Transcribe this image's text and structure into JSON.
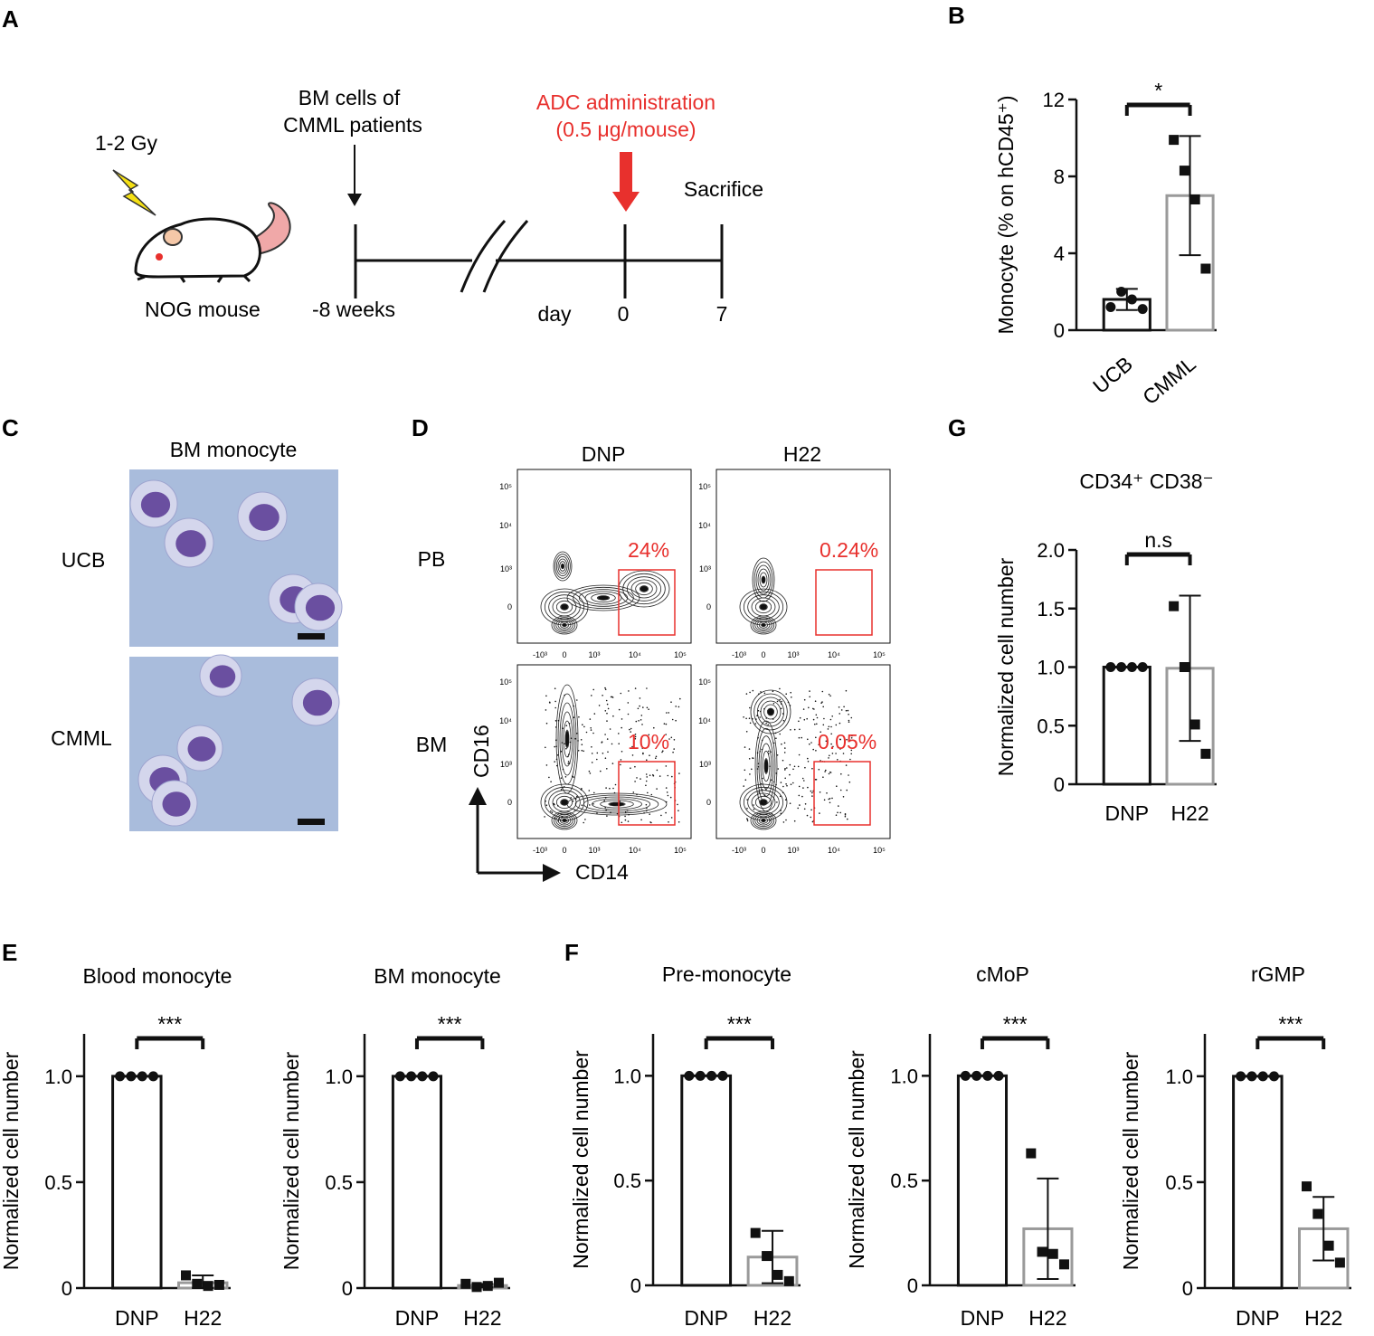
{
  "panels": {
    "A": "A",
    "B": "B",
    "C": "C",
    "D": "D",
    "E": "E",
    "F": "F",
    "G": "G"
  },
  "schema": {
    "gy": "1-2 Gy",
    "mouse": "NOG mouse",
    "bm_line1": "BM cells of",
    "bm_line2": "CMML patients",
    "adc_line1": "ADC administration",
    "adc_line2": "(0.5 μg/mouse)",
    "sacrifice": "Sacrifice",
    "weeks": "-8 weeks",
    "day": "day",
    "day0": "0",
    "day7": "7",
    "adc_color": "#e8302d"
  },
  "micro": {
    "title": "BM monocyte",
    "row1": "UCB",
    "row2": "CMML",
    "background": "#a9bcdc",
    "nucleus": "#6a4fa0"
  },
  "flow": {
    "col1": "DNP",
    "col2": "H22",
    "row1": "PB",
    "row2": "BM",
    "xlabel": "CD14",
    "ylabel": "CD16",
    "pct": {
      "pb_dnp": "24%",
      "pb_h22": "0.24%",
      "bm_dnp": "10%",
      "bm_h22": "0.05%"
    },
    "xticks": [
      "-10³",
      "0",
      "10³",
      "10⁴",
      "10⁵"
    ],
    "yticks": [
      "10⁵",
      "10⁴",
      "10³",
      "0"
    ],
    "gate_color": "#e8302d"
  },
  "chart_data": [
    {
      "id": "B",
      "type": "bar",
      "title": "",
      "ylabel": "Monocyte (% on hCD45⁺)",
      "categories": [
        "UCB",
        "CMML"
      ],
      "ylim": [
        0,
        12
      ],
      "yticks": [
        0,
        4,
        8,
        12
      ],
      "sig": "*",
      "rotate_labels": true,
      "series": [
        {
          "values": [
            1.6,
            7.0
          ],
          "errors": [
            0.55,
            3.1
          ],
          "points": [
            [
              1.2,
              2.0,
              1.6,
              1.1
            ],
            [
              9.9,
              8.3,
              6.8,
              3.2
            ]
          ]
        }
      ]
    },
    {
      "id": "G",
      "type": "bar",
      "title": "CD34⁺ CD38⁻",
      "ylabel": "Normalized cell number",
      "categories": [
        "DNP",
        "H22"
      ],
      "ylim": [
        0,
        2
      ],
      "yticks": [
        0,
        0.5,
        1.0,
        1.5,
        2.0
      ],
      "sig": "n.s",
      "rotate_labels": false,
      "series": [
        {
          "values": [
            1.0,
            0.99
          ],
          "errors": [
            0,
            0.62
          ],
          "points": [
            [
              1,
              1,
              1,
              1
            ],
            [
              1.52,
              1.0,
              0.51,
              0.26
            ]
          ]
        }
      ]
    },
    {
      "id": "E1",
      "type": "bar",
      "title": "Blood monocyte",
      "ylabel": "Normalized cell number",
      "categories": [
        "DNP",
        "H22"
      ],
      "ylim": [
        0,
        1.2
      ],
      "yticks": [
        0,
        0.5,
        1.0
      ],
      "sig": "***",
      "rotate_labels": false,
      "series": [
        {
          "values": [
            1.0,
            0.025
          ],
          "errors": [
            0,
            0.035
          ],
          "points": [
            [
              1,
              1,
              1,
              1
            ],
            [
              0.06,
              0.02,
              0.01,
              0.015
            ]
          ]
        }
      ]
    },
    {
      "id": "E2",
      "type": "bar",
      "title": "BM monocyte",
      "ylabel": "Normalized cell number",
      "categories": [
        "DNP",
        "H22"
      ],
      "ylim": [
        0,
        1.2
      ],
      "yticks": [
        0,
        0.5,
        1.0
      ],
      "sig": "***",
      "rotate_labels": false,
      "series": [
        {
          "values": [
            1.0,
            0.012
          ],
          "errors": [
            0,
            0.008
          ],
          "points": [
            [
              1,
              1,
              1,
              1
            ],
            [
              0.02,
              0.005,
              0.01,
              0.025
            ]
          ]
        }
      ]
    },
    {
      "id": "F1",
      "type": "bar",
      "title": "Pre-monocyte",
      "ylabel": "Normalized cell number",
      "categories": [
        "DNP",
        "H22"
      ],
      "ylim": [
        0,
        1.2
      ],
      "yticks": [
        0,
        0.5,
        1.0
      ],
      "sig": "***",
      "rotate_labels": false,
      "series": [
        {
          "values": [
            1.0,
            0.135
          ],
          "errors": [
            0,
            0.125
          ],
          "points": [
            [
              1,
              1,
              1,
              1
            ],
            [
              0.25,
              0.14,
              0.05,
              0.02
            ]
          ]
        }
      ]
    },
    {
      "id": "F2",
      "type": "bar",
      "title": "cMoP",
      "ylabel": "Normalized cell number",
      "categories": [
        "DNP",
        "H22"
      ],
      "ylim": [
        0,
        1.2
      ],
      "yticks": [
        0,
        0.5,
        1.0
      ],
      "sig": "***",
      "rotate_labels": false,
      "series": [
        {
          "values": [
            1.0,
            0.27
          ],
          "errors": [
            0,
            0.24
          ],
          "points": [
            [
              1,
              1,
              1,
              1
            ],
            [
              0.63,
              0.16,
              0.15,
              0.1
            ]
          ]
        }
      ]
    },
    {
      "id": "F3",
      "type": "bar",
      "title": "rGMP",
      "ylabel": "Normalized cell number",
      "categories": [
        "DNP",
        "H22"
      ],
      "ylim": [
        0,
        1.2
      ],
      "yticks": [
        0,
        0.5,
        1.0
      ],
      "sig": "***",
      "rotate_labels": false,
      "series": [
        {
          "values": [
            1.0,
            0.28
          ],
          "errors": [
            0,
            0.15
          ],
          "points": [
            [
              1,
              1,
              1,
              1
            ],
            [
              0.48,
              0.35,
              0.2,
              0.12
            ]
          ]
        }
      ]
    }
  ]
}
